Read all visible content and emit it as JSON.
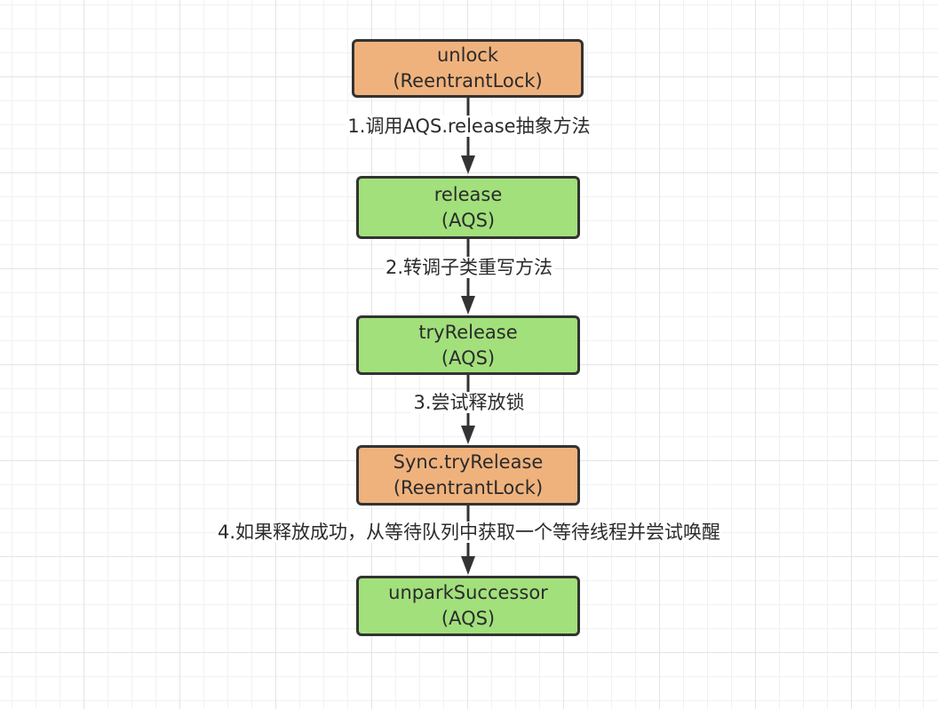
{
  "colors": {
    "orange": "#f0b27d",
    "green": "#a2e07c",
    "stroke": "#333333"
  },
  "nodes": [
    {
      "id": "unlock",
      "line1": "unlock",
      "line2": "(ReentrantLock)",
      "color": "orange"
    },
    {
      "id": "release",
      "line1": "release",
      "line2": "(AQS)",
      "color": "green"
    },
    {
      "id": "tryRelease",
      "line1": "tryRelease",
      "line2": "(AQS)",
      "color": "green"
    },
    {
      "id": "syncTryRelease",
      "line1": "Sync.tryRelease",
      "line2": "(ReentrantLock)",
      "color": "orange"
    },
    {
      "id": "unparkSuccessor",
      "line1": "unparkSuccessor",
      "line2": "(AQS)",
      "color": "green"
    }
  ],
  "edges": [
    {
      "from": "unlock",
      "to": "release",
      "label": "1.调用AQS.release抽象方法"
    },
    {
      "from": "release",
      "to": "tryRelease",
      "label": "2.转调子类重写方法"
    },
    {
      "from": "tryRelease",
      "to": "syncTryRelease",
      "label": "3.尝试释放锁"
    },
    {
      "from": "syncTryRelease",
      "to": "unparkSuccessor",
      "label": "4.如果释放成功，从等待队列中获取一个等待线程并尝试唤醒"
    }
  ]
}
